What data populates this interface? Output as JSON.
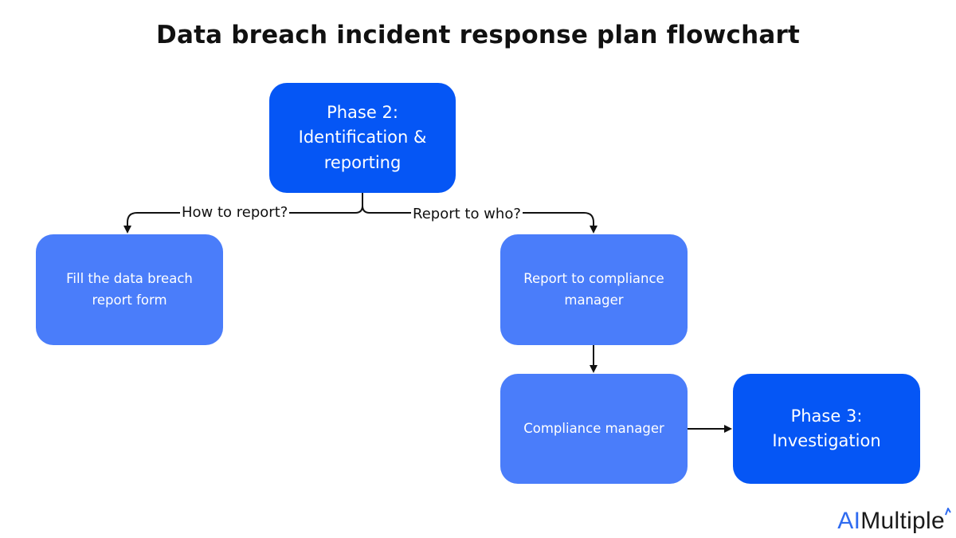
{
  "title": "Data breach incident response plan flowchart",
  "nodes": {
    "phase2": "Phase 2: Identification & reporting",
    "fill_form": "Fill the data breach report form",
    "report_cm": "Report to compliance manager",
    "cm": "Compliance manager",
    "phase3": "Phase 3: Investigation"
  },
  "edge_labels": {
    "how": "How to report?",
    "who": "Report to who?"
  },
  "brand": {
    "part1": "AI",
    "part2": "Multiple"
  },
  "colors": {
    "phase": "#0556F5",
    "step": "#4A7DFA",
    "line": "#111111",
    "brand_ai": "#2F6BF0",
    "brand_text": "#1a1a1a"
  }
}
